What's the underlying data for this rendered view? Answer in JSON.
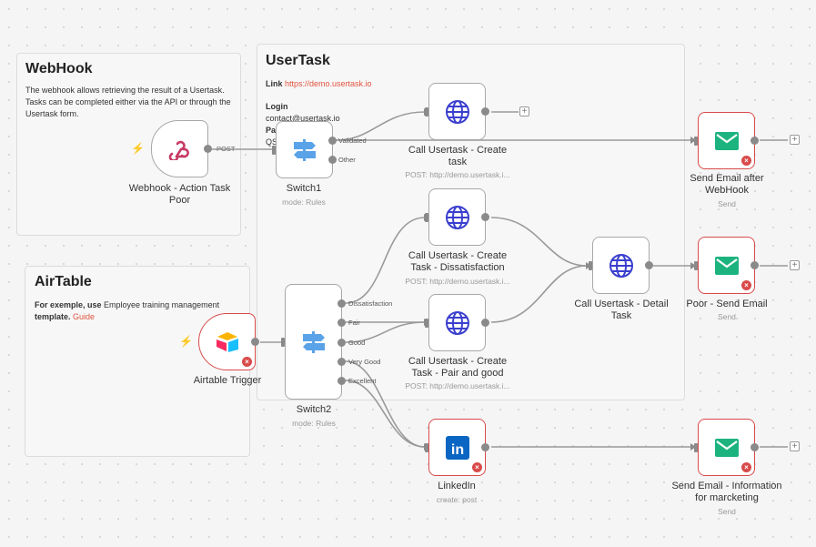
{
  "stickies": {
    "webhook": {
      "title": "WebHook",
      "text": "The webhook allows retrieving the result of a Usertask. Tasks can be completed either via the API or through the Usertask form."
    },
    "airtable": {
      "title": "AirTable",
      "text_before": "For exemple, use",
      "text_middle": " Employee training management ",
      "text_after": "template.",
      "link": " Guide"
    },
    "usertask": {
      "title": "UserTask",
      "link_label": "Link ",
      "link_url": "https://demo.usertask.io",
      "login_label": "Login",
      "login_value": "contact@usertask.io",
      "pass_label": "Pa",
      "qs_label": "QS"
    }
  },
  "nodes": {
    "webhook": {
      "title": "Webhook - Action Task Poor",
      "icon": "webhook-icon",
      "out_label": "POST"
    },
    "switch1": {
      "title": "Switch1",
      "sub": "mode: Rules",
      "outputs": [
        "Validated",
        "Other"
      ]
    },
    "create_task": {
      "title": "Call Usertask - Create task",
      "sub": "POST: http://demo.usertask.i..."
    },
    "send_email_webhook": {
      "title": "Send Email after WebHook",
      "sub": "Send"
    },
    "create_dissatisfaction": {
      "title": "Call Usertask - Create Task - Dissatisfaction",
      "sub": "POST: http://demo.usertask.i..."
    },
    "detail_task": {
      "title": "Call Usertask - Detail Task"
    },
    "poor_send_email": {
      "title": "Poor - Send Email",
      "sub": "Send"
    },
    "airtable_trigger": {
      "title": "Airtable Trigger"
    },
    "switch2": {
      "title": "Switch2",
      "sub": "mode: Rules",
      "outputs": [
        "Dissatisfaction",
        "Fair",
        "Good",
        "Very Good",
        "Excellent"
      ]
    },
    "create_pair_good": {
      "title": "Call Usertask - Create Task - Pair and good",
      "sub": "POST: http://demo.usertask.i..."
    },
    "linkedin": {
      "title": "LinkedIn",
      "sub": "create: post"
    },
    "send_email_marketing": {
      "title": "Send Email - Information for marcketing",
      "sub": "Send"
    }
  },
  "colors": {
    "accent": "#e0533f",
    "globe": "#3b3fce",
    "gmail": "#1db37f",
    "linkedin": "#0a66c2",
    "switch": "#5aa3e8"
  }
}
